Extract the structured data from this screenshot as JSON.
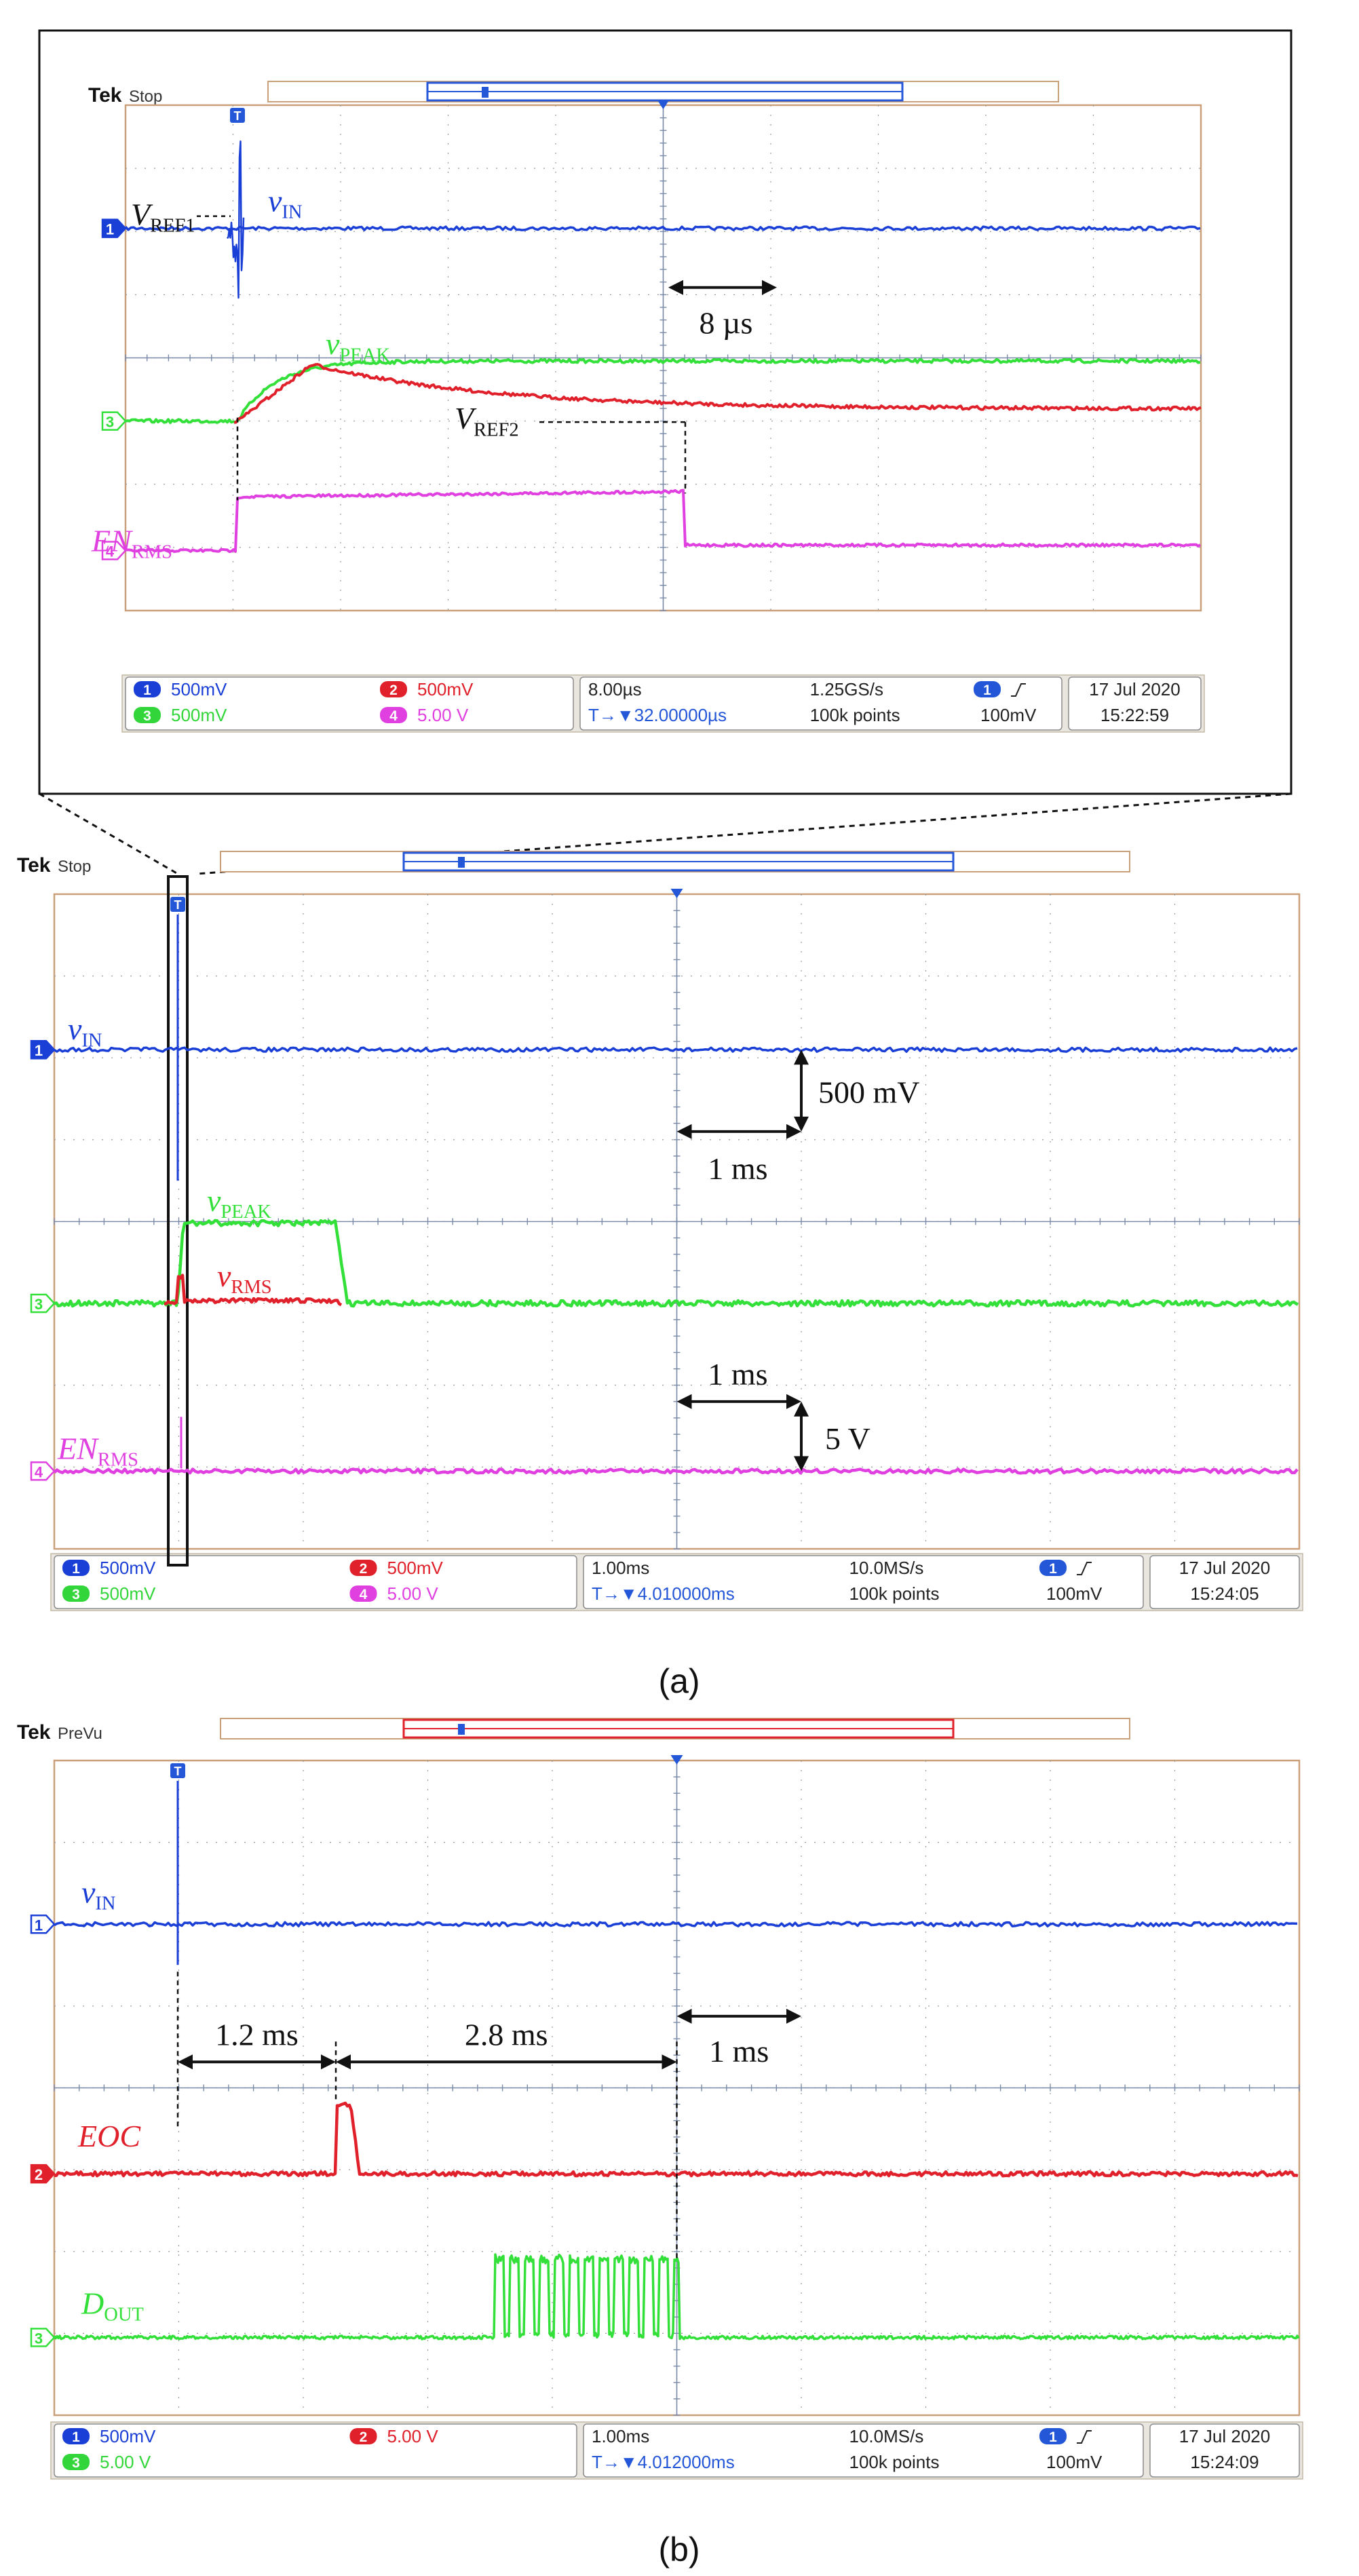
{
  "chart_data": [
    {
      "type": "line",
      "panel": "(a) zoomed inset",
      "header": {
        "brand": "Tek",
        "state": "Stop"
      },
      "x_unit": "µs",
      "x_range": [
        -8,
        72
      ],
      "div_per_screen": 10,
      "ch_scale": [
        {
          "ch": "1",
          "text": "500mV",
          "color": "#1a3fd6"
        },
        {
          "ch": "2",
          "text": "500mV",
          "color": "#e0202a"
        },
        {
          "ch": "3",
          "text": "500mV",
          "color": "#33d63a"
        },
        {
          "ch": "4",
          "text": "5.00 V",
          "color": "#e040e0"
        }
      ],
      "timebase": "8.00µs",
      "sample_rate": "1.25GS/s",
      "trigger_pos": "T→▼32.00000µs",
      "record": "100k points",
      "trigger_level": "100mV",
      "date": "17 Jul  2020",
      "time": "15:22:59",
      "series": [
        {
          "name": "vIN",
          "channel": 1,
          "description": "flat baseline with burst at trigger"
        },
        {
          "name": "vPEAK",
          "channel": 3,
          "description": "rises after trigger then holds"
        },
        {
          "name": "vRMS",
          "channel": 2,
          "description": "rises then decays to VREF2"
        },
        {
          "name": "ENRMS",
          "channel": 4,
          "description": "high from trigger until VREF2 crossing"
        }
      ],
      "annotations": {
        "vref1": {
          "main": "V",
          "sub": "REF1"
        },
        "vin": {
          "main": "v",
          "sub": "IN"
        },
        "vpeak": {
          "main": "v",
          "sub": "PEAK"
        },
        "vref2": {
          "main": "V",
          "sub": "REF2"
        },
        "enrms": {
          "main": "EN",
          "sub": "RMS"
        },
        "time_arrow": "8 µs"
      }
    },
    {
      "type": "line",
      "panel": "(a)",
      "header": {
        "brand": "Tek",
        "state": "Stop"
      },
      "x_unit": "ms",
      "x_range": [
        -1,
        9
      ],
      "div_per_screen": 10,
      "ch_scale": [
        {
          "ch": "1",
          "text": "500mV",
          "color": "#1a3fd6"
        },
        {
          "ch": "2",
          "text": "500mV",
          "color": "#e0202a"
        },
        {
          "ch": "3",
          "text": "500mV",
          "color": "#33d63a"
        },
        {
          "ch": "4",
          "text": "5.00 V",
          "color": "#e040e0"
        }
      ],
      "timebase": "1.00ms",
      "sample_rate": "10.0MS/s",
      "trigger_pos": "T→▼4.010000ms",
      "record": "100k points",
      "trigger_level": "100mV",
      "date": "17 Jul  2020",
      "time": "15:24:05",
      "series": [
        {
          "name": "vIN",
          "channel": 1
        },
        {
          "name": "vPEAK",
          "channel": 3
        },
        {
          "name": "vRMS",
          "channel": 2
        },
        {
          "name": "ENRMS",
          "channel": 4
        }
      ],
      "annotations": {
        "vin": {
          "main": "v",
          "sub": "IN"
        },
        "vpeak": {
          "main": "v",
          "sub": "PEAK"
        },
        "vrms": {
          "main": "v",
          "sub": "RMS"
        },
        "enrms": {
          "main": "EN",
          "sub": "RMS"
        },
        "scale_v1": "500 mV",
        "scale_t1": "1 ms",
        "scale_t2": "1 ms",
        "scale_v2": "5 V"
      },
      "caption": "(a)"
    },
    {
      "type": "line",
      "panel": "(b)",
      "header": {
        "brand": "Tek",
        "state": "PreVu"
      },
      "x_unit": "ms",
      "x_range": [
        -1,
        9
      ],
      "div_per_screen": 10,
      "ch_scale": [
        {
          "ch": "1",
          "text": "500mV",
          "color": "#1a3fd6"
        },
        {
          "ch": "2",
          "text": "5.00 V",
          "color": "#e0202a"
        },
        {
          "ch": "3",
          "text": "5.00 V",
          "color": "#33d63a"
        }
      ],
      "timebase": "1.00ms",
      "sample_rate": "10.0MS/s",
      "trigger_pos": "T→▼4.012000ms",
      "record": "100k points",
      "trigger_level": "100mV",
      "date": "17 Jul  2020",
      "time": "15:24:09",
      "series": [
        {
          "name": "vIN",
          "channel": 1
        },
        {
          "name": "EOC",
          "channel": 2
        },
        {
          "name": "DOUT",
          "channel": 3
        }
      ],
      "annotations": {
        "vin": {
          "main": "v",
          "sub": "IN"
        },
        "eoc": {
          "main": "EOC",
          "sub": ""
        },
        "dout": {
          "main": "D",
          "sub": "OUT"
        },
        "t_a": "1.2 ms",
        "t_b": "2.8 ms",
        "t_c": "1 ms"
      },
      "caption": "(b)"
    }
  ]
}
